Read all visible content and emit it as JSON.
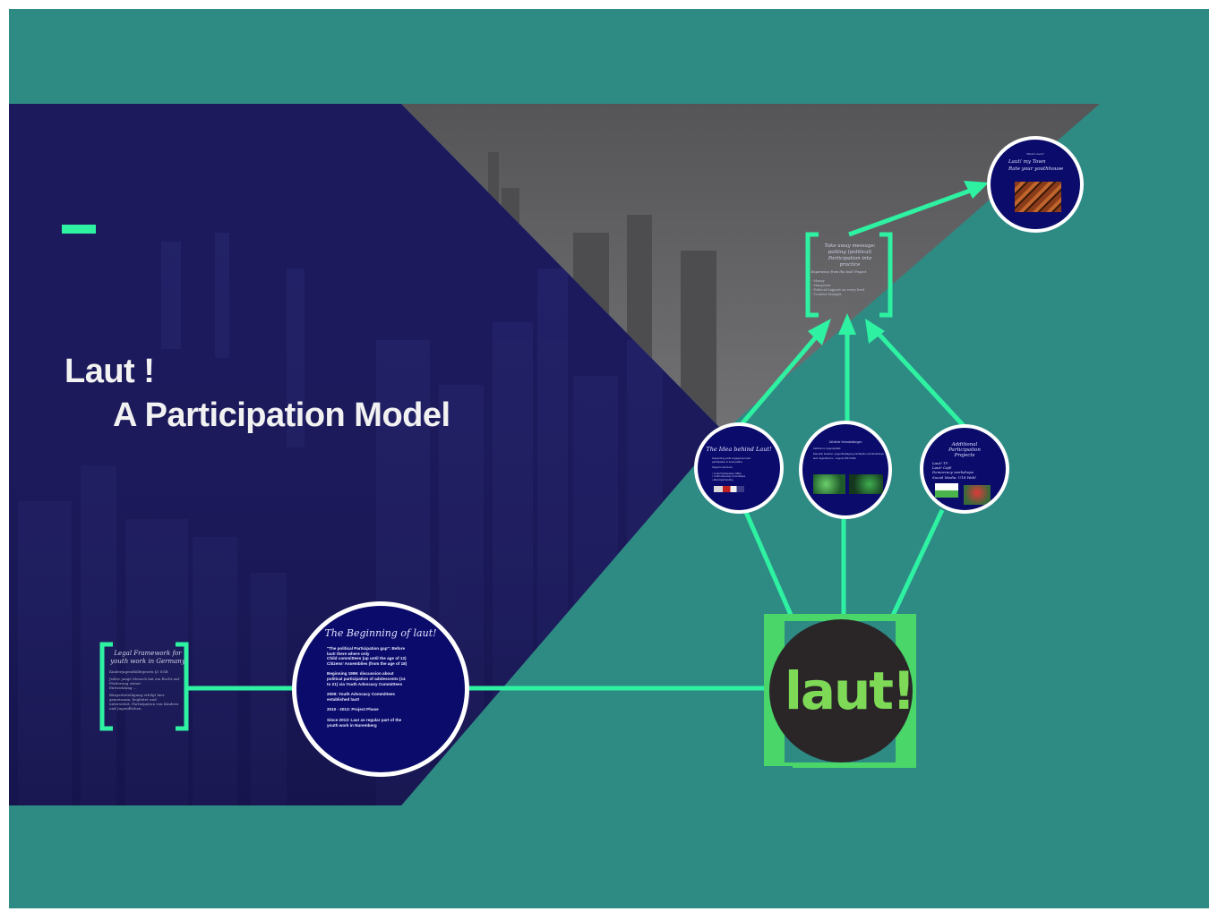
{
  "title": {
    "line1": "Laut !",
    "line2": "A Participation Model"
  },
  "logo": {
    "text": "laut!"
  },
  "nodes": {
    "beginning": {
      "title": "The Beginning of laut!",
      "lines": [
        "\"The political Participation gap\": Before",
        "laut! there where only",
        "Child committees (up until the age of 12)",
        "Citizens' Assemblies (from the age of 18)",
        "",
        "Beginning 1999: discussion about",
        "political participation of adolescents (14",
        "to 21) via Youth Advocacy Committees",
        "",
        "2009: Youth Advocacy Committees",
        "established laut!",
        "",
        "2010 - 2013: Project Phase",
        "",
        "Since 2013: Lau! as regular part of the",
        "youth work in Nuremberg"
      ]
    },
    "legal": {
      "title": "Legal Framework for youth work in Germany",
      "lines": [
        "Kinderjugendhilfegesetz §1 SGB",
        "",
        "Jede/r junge Mensch hat ein Recht auf Förderung seiner",
        "Entwicklung ...",
        "",
        "Bürgerbeteiligung erfolgt hier gemeinsam, begleitet und",
        "unterstützt, Partizipation von Kindern und Jugendlichen"
      ]
    },
    "idea": {
      "title": "The Idea behind Laut!",
      "lines": [
        "Supporting youth engagement and",
        "participation in local politics",
        "",
        "Support structures",
        "",
        "• Youth Participation Office",
        "• Youth Advocacy Committees",
        "• Municipal funding"
      ]
    },
    "center": {
      "title": "Jährliche Veranstaltungen",
      "lines": [
        "Fachforum Jugendpolitik",
        "",
        "Das laut! Festival - junge Beteiligung mit Bands und Workshops",
        "",
        "laut! Jugendforum - Jugend trifft Politik"
      ]
    },
    "additional": {
      "title": "Additional Participation Projects",
      "lines": [
        "Laut! TV",
        "Laut! Café",
        "Democracy workshops",
        "Social Media: U18 Wahl"
      ]
    },
    "message": {
      "title": "Take away message: putting (political) Participation into practice",
      "subtitle": "Experience from the laut! Project",
      "lines": [
        "- Money",
        "- Manpower",
        "- Political Support on every level",
        "- Creative thought"
      ]
    },
    "laut_town": {
      "kicker": "What's next?",
      "title": "Laut! my Town",
      "subtitle": "Rate your youthhouse"
    }
  },
  "colors": {
    "teal_background": "#2e8b84",
    "navy_panel": "#1c1a5c",
    "gray_triangle": "#5f5f62",
    "accent_green": "#2ef2a2",
    "node_fill": "#0b0b6b",
    "logo_circle": "#2a2628",
    "logo_text": "#7ed957",
    "logo_frame": "#4bd66a"
  }
}
